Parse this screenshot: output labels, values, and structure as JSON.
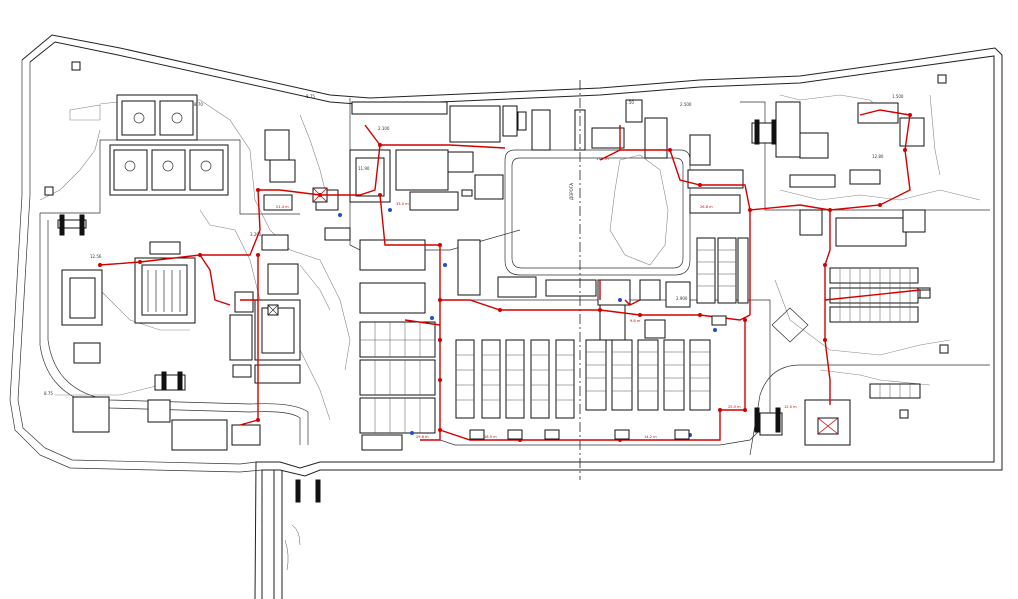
{
  "plan": {
    "north_lane_label": "ДОРОГА",
    "elevations": [
      {
        "text": "8.75"
      },
      {
        "text": "8.75"
      },
      {
        "text": "8.70"
      },
      {
        "text": "12.56"
      },
      {
        "text": "11.90"
      },
      {
        "text": "2.900"
      },
      {
        "text": "1.50"
      },
      {
        "text": "12.80"
      },
      {
        "text": "1.500"
      },
      {
        "text": "3.200"
      },
      {
        "text": "2.100"
      },
      {
        "text": "2.500"
      }
    ],
    "pipe_labels": [
      {
        "text": "29.6 m"
      },
      {
        "text": "18.0 m"
      },
      {
        "text": "14.2 m"
      },
      {
        "text": "25.5 m"
      },
      {
        "text": "12.0 m"
      },
      {
        "text": "33.0 m"
      },
      {
        "text": "21.4 m"
      },
      {
        "text": "17.7 m"
      },
      {
        "text": "9.8 m"
      },
      {
        "text": "26.8 m"
      }
    ],
    "network_color": "#d40000",
    "line_color": "#222222"
  }
}
